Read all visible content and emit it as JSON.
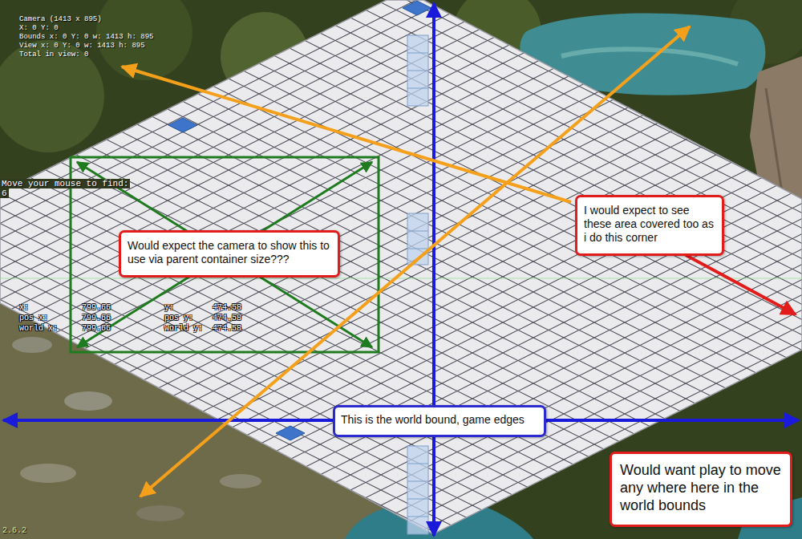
{
  "diagram": {
    "nodes": [
      {
        "text": [
          "Would expect the camera to show this to use via parent container size???"
        ]
      },
      {
        "text": [
          "I would expect to see these area covered too as i do this corner"
        ]
      },
      {
        "text": [
          "This is the world bound, game edges"
        ]
      },
      {
        "text": [
          "Would want play to move any where here in the world bounds"
        ]
      }
    ],
    "labels": [
      "Camera (1413 x 895)",
      "X: 0 Y: 0",
      "Bounds x: 0 Y: 0 w: 1413 h: 895",
      "View x: 0 Y: 0 w: 1413 h: 895",
      "Total in view: 0",
      "Move your mouse to find:",
      "6",
      "x:",
      "799.66",
      "y:",
      "474.58",
      "pos x:",
      "799.66",
      "pos y:",
      "474.58",
      "world x:",
      "799.66",
      "world y:",
      "474.58",
      "2.6.2"
    ]
  }
}
